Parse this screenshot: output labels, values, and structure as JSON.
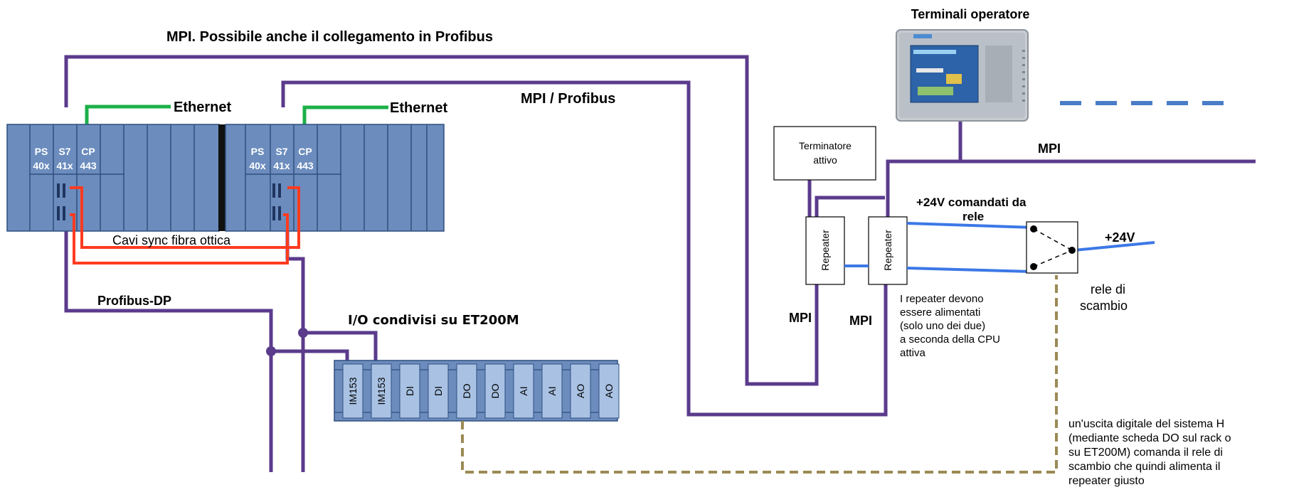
{
  "labels": {
    "mpi_top": "MPI. Possibile anche il collegamento in Profibus",
    "terminali": "Terminali operatore",
    "ethernet": "Ethernet",
    "mpi_profibus": "MPI / Profibus",
    "mpi": "MPI",
    "terminatore_l1": "Terminatore",
    "terminatore_l2": "attivo",
    "repeater": "Repeater",
    "comandati_l1": "+24V comandati da",
    "comandati_l2": "rele",
    "plus24": "+24V",
    "rele_l1": "rele di",
    "rele_l2": "scambio",
    "cavi_sync": "Cavi sync fibra ottica",
    "profibus_dp": "Profibus-DP",
    "io_condivisi": "I/O condivisi su ET200M",
    "repeater_note": [
      "I repeater devono",
      "essere alimentati",
      "(solo uno dei due)",
      "a seconda della CPU",
      "attiva"
    ],
    "digital_note": [
      "un'uscita digitale del sistema H",
      "(mediante scheda DO sul rack o",
      "su ET200M) comanda il rele di",
      "scambio che quindi alimenta il",
      "repeater giusto"
    ]
  },
  "rack_modules": [
    {
      "top": "PS",
      "bottom": "40x"
    },
    {
      "top": "S7",
      "bottom": "41x"
    },
    {
      "top": "CP",
      "bottom": "443"
    }
  ],
  "et200m_cards": [
    "IM153",
    "IM153",
    "DI",
    "DI",
    "DO",
    "DO",
    "AI",
    "AI",
    "AO",
    "AO"
  ],
  "colors": {
    "bus": "#5b3b8c",
    "ethernet": "#1db04a",
    "fiber": "#ff3b1f",
    "power": "#3c78e6",
    "control": "#9b8a55",
    "rack": "#6b8cbd",
    "rack_border": "#2f4f7f",
    "hmi_dash": "#4a7cc8"
  },
  "icons": {
    "hmi": "operator-panel-icon",
    "relay": "changeover-relay-icon"
  }
}
